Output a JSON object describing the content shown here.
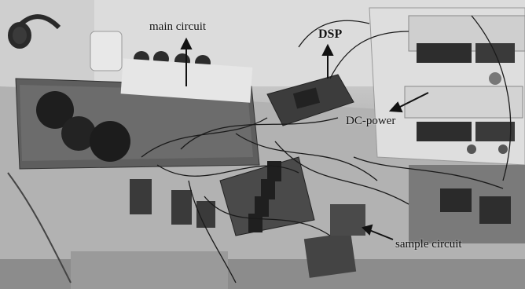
{
  "labels": {
    "main_circuit": "main circuit",
    "dsp": "DSP",
    "dc_power": "DC-power",
    "sample_circuit": "sample circuit"
  },
  "colors": {
    "label_text": "#111111",
    "arrow": "#111111"
  }
}
